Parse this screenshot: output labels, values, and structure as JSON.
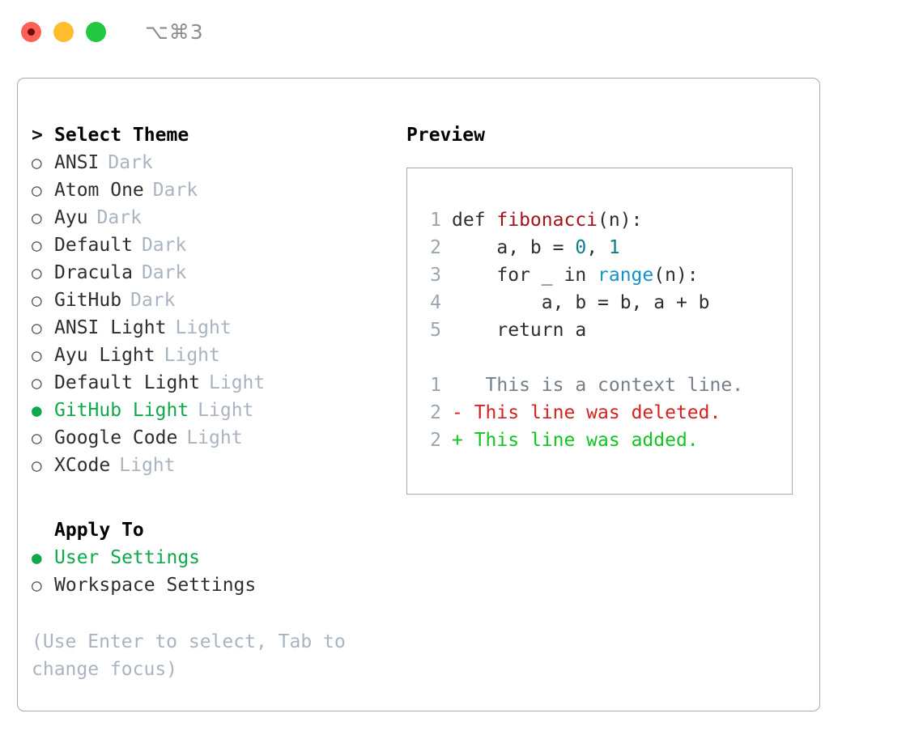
{
  "titlebar": {
    "shortcut": "⌥⌘3",
    "buttons": [
      {
        "name": "close-button",
        "color": "#ff6159"
      },
      {
        "name": "minimize-button",
        "color": "#ffbd2e"
      },
      {
        "name": "maximize-button",
        "color": "#23c741"
      }
    ]
  },
  "colors": {
    "accent_green": "#0fa84b",
    "muted": "#a9b4c0",
    "border": "#9fabbb",
    "text": "#2e2e2e",
    "diff_add": "#12c421",
    "diff_del": "#d42121",
    "tok_fn": "#a3121a",
    "tok_num": "#0e7c86",
    "tok_builtin": "#1590c4"
  },
  "theme_list": {
    "header_marker": ">",
    "header_label": "Select Theme",
    "items": [
      {
        "marker": "○",
        "label": "ANSI",
        "tag": "Dark",
        "selected": false
      },
      {
        "marker": "○",
        "label": "Atom One",
        "tag": "Dark",
        "selected": false
      },
      {
        "marker": "○",
        "label": "Ayu",
        "tag": "Dark",
        "selected": false
      },
      {
        "marker": "○",
        "label": "Default",
        "tag": "Dark",
        "selected": false
      },
      {
        "marker": "○",
        "label": "Dracula",
        "tag": "Dark",
        "selected": false
      },
      {
        "marker": "○",
        "label": "GitHub",
        "tag": "Dark",
        "selected": false
      },
      {
        "marker": "○",
        "label": "ANSI Light",
        "tag": "Light",
        "selected": false
      },
      {
        "marker": "○",
        "label": "Ayu Light",
        "tag": "Light",
        "selected": false
      },
      {
        "marker": "○",
        "label": "Default Light",
        "tag": "Light",
        "selected": false
      },
      {
        "marker": "●",
        "label": "GitHub Light",
        "tag": "Light",
        "selected": true
      },
      {
        "marker": "○",
        "label": "Google Code",
        "tag": "Light",
        "selected": false
      },
      {
        "marker": "○",
        "label": "XCode",
        "tag": "Light",
        "selected": false
      }
    ]
  },
  "apply_to": {
    "header_label": "Apply To",
    "items": [
      {
        "marker": "●",
        "label": "User Settings",
        "selected": true
      },
      {
        "marker": "○",
        "label": "Workspace Settings",
        "selected": false
      }
    ]
  },
  "hint": {
    "line1": "(Use Enter to select, Tab to",
    "line2": "change focus)"
  },
  "preview": {
    "title": "Preview",
    "code_lines": [
      {
        "num": "1",
        "tokens": [
          {
            "text": "def ",
            "type": "plain"
          },
          {
            "text": "fibonacci",
            "type": "fn"
          },
          {
            "text": "(n):",
            "type": "plain"
          }
        ]
      },
      {
        "num": "2",
        "tokens": [
          {
            "text": "    a, b = ",
            "type": "plain"
          },
          {
            "text": "0",
            "type": "num"
          },
          {
            "text": ", ",
            "type": "plain"
          },
          {
            "text": "1",
            "type": "num"
          }
        ]
      },
      {
        "num": "3",
        "tokens": [
          {
            "text": "    for _ in ",
            "type": "plain"
          },
          {
            "text": "range",
            "type": "builtin"
          },
          {
            "text": "(n):",
            "type": "plain"
          }
        ]
      },
      {
        "num": "4",
        "tokens": [
          {
            "text": "        a, b = b, a + b",
            "type": "plain"
          }
        ]
      },
      {
        "num": "5",
        "tokens": [
          {
            "text": "    return a",
            "type": "plain"
          }
        ]
      }
    ],
    "diff_lines": [
      {
        "num": "1",
        "sign": " ",
        "text": "  This is a context line.",
        "kind": "context"
      },
      {
        "num": "2",
        "sign": "-",
        "text": " This line was deleted.",
        "kind": "del"
      },
      {
        "num": "2",
        "sign": "+",
        "text": " This line was added.",
        "kind": "add"
      }
    ]
  }
}
